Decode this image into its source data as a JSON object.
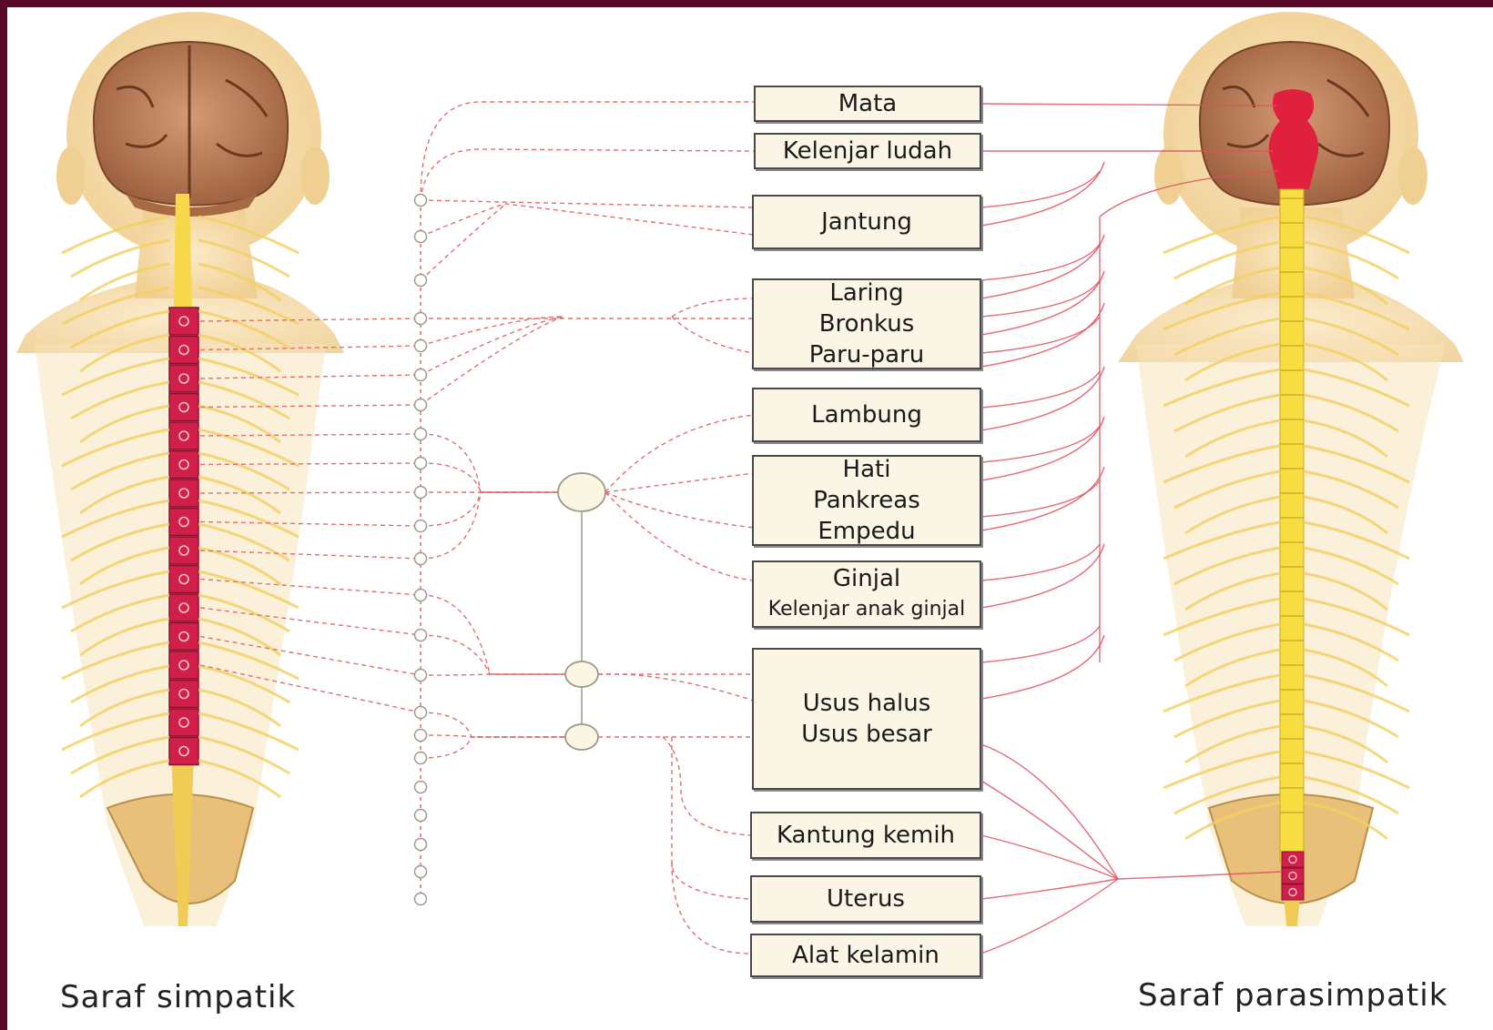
{
  "organs": [
    {
      "id": "mata",
      "lines": [
        "Mata"
      ]
    },
    {
      "id": "kelenjar-ludah",
      "lines": [
        "Kelenjar ludah"
      ]
    },
    {
      "id": "jantung",
      "lines": [
        "Jantung"
      ]
    },
    {
      "id": "paru",
      "lines": [
        "Laring",
        "Bronkus",
        "Paru-paru"
      ]
    },
    {
      "id": "lambung",
      "lines": [
        "Lambung"
      ]
    },
    {
      "id": "hati",
      "lines": [
        "Hati",
        "Pankreas",
        "Empedu"
      ]
    },
    {
      "id": "ginjal",
      "lines": [
        "Ginjal",
        "Kelenjar anak ginjal"
      ]
    },
    {
      "id": "usus",
      "lines": [
        "Usus halus",
        "Usus besar"
      ]
    },
    {
      "id": "kantung",
      "lines": [
        "Kantung kemih"
      ]
    },
    {
      "id": "uterus",
      "lines": [
        "Uterus"
      ]
    },
    {
      "id": "kelamin",
      "lines": [
        "Alat kelamin"
      ]
    }
  ],
  "captions": {
    "left": "Saraf simpatik",
    "right": "Saraf parasimpatik"
  },
  "colors": {
    "frame": "#5a0a28",
    "sympathetic_line": "#e07070",
    "parasympathetic_line": "#e05060",
    "spinal_red": "#d0204a",
    "nerve_yellow": "#f2d060",
    "skin": "#f6deb0",
    "brain": "#b87a55"
  }
}
